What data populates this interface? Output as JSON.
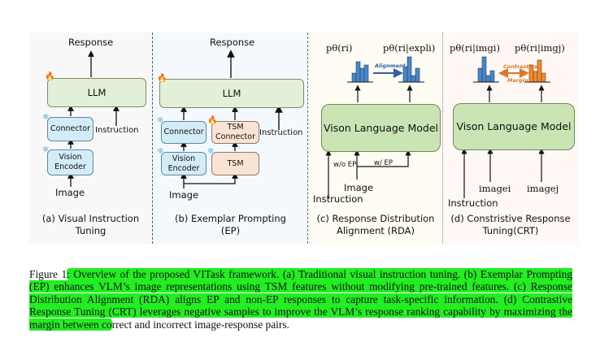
{
  "panels": {
    "a": {
      "response": "Response",
      "llm": "LLM",
      "connector": "Connector",
      "vision_encoder": "Vision Encoder",
      "instruction": "Instruction",
      "image": "Image",
      "caption_line1": "(a) Visual Instruction",
      "caption_line2": "Tuning"
    },
    "b": {
      "response": "Response",
      "llm": "LLM",
      "connector": "Connector",
      "vision_encoder": "Vision Encoder",
      "tsm_connector": "TSM Connector",
      "tsm": "TSM",
      "instruction": "Instruction",
      "image": "Image",
      "caption_line1": "(b) Exemplar Prompting",
      "caption_line2": "(EP)"
    },
    "c": {
      "dist_left": "pθ(ri)",
      "dist_right": "pθ(ri|expli)",
      "arrow_label": "Alignment",
      "model": "Vison Language Model",
      "wo_ep": "w/o EP",
      "w_ep": "w/ EP",
      "image": "Image",
      "instruction": "Instruction",
      "caption_line1": "(c) Response Distribution",
      "caption_line2": "Alignment (RDA)"
    },
    "d": {
      "dist_left": "pθ(ri|imgi)",
      "dist_right": "pθ(ri|imgj)",
      "arrow_label_top": "Contrastive",
      "arrow_label_bottom": "Margin",
      "model": "Vison Language Model",
      "instruction": "Instruction",
      "image_i": "imagei",
      "image_j": "imagej",
      "caption_line1": "(d) Constristive Response",
      "caption_line2": "Tuning(CRT)"
    }
  },
  "icons": {
    "trainable": "fire-icon",
    "frozen": "snowflake-icon"
  },
  "colors": {
    "highlight": "#22ee22",
    "hist_blue": "#4a86c8",
    "hist_orange": "#f08a30",
    "alignment_arrow": "#2f5fa8",
    "margin_arrow": "#d9772a"
  },
  "caption": {
    "prefix": "Figure 1",
    "highlighted": ": Overview of the proposed VITask framework. (a) Traditional visual instruction tuning. (b) Exemplar Prompting (EP) enhances VLM’s image representations using TSM features without modifying pre-trained features. (c) Response Distribution Alignment (RDA) aligns EP and non-EP responses to capture task-specific information. (d) Contrastive Response Tuning (CRT) leverages negative samples to improve the VLM’s response ranking capability by maximizing the margin between co",
    "rest": "rrect and incorrect image-response pairs."
  }
}
